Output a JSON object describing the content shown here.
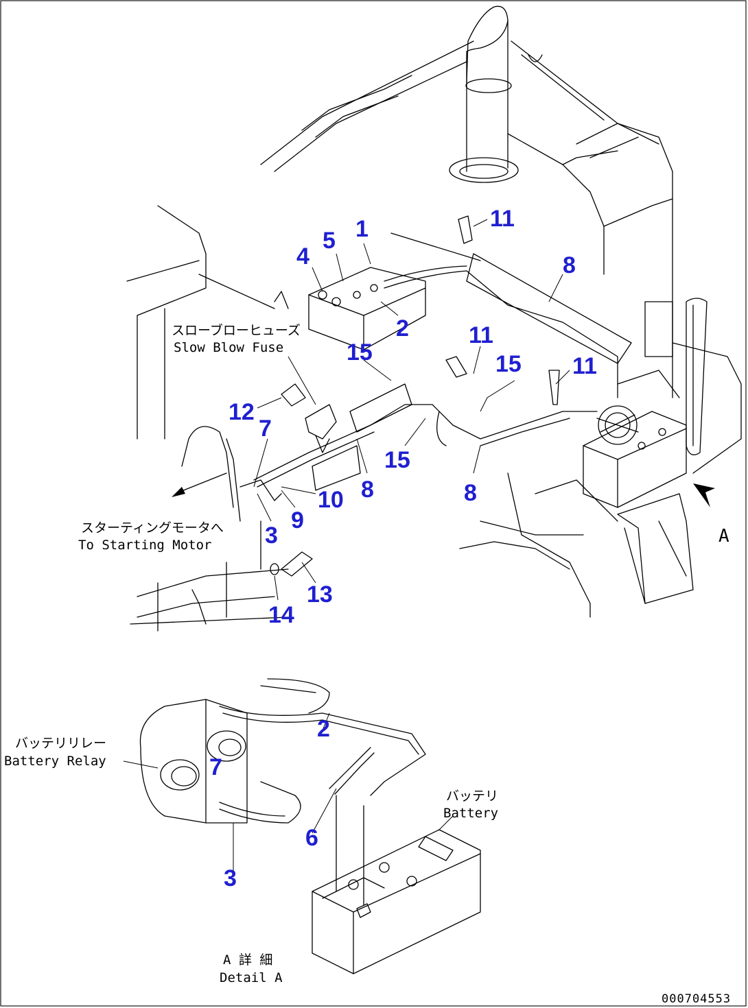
{
  "callouts": {
    "c1": "1",
    "c5": "5",
    "c4": "4",
    "c2a": "2",
    "c11a": "11",
    "c8a": "8",
    "c15a": "15",
    "c11b": "11",
    "c15b": "15",
    "c11c": "11",
    "c12": "12",
    "c7a": "7",
    "c15c": "15",
    "c10": "10",
    "c8b": "8",
    "c8c": "8",
    "c9": "9",
    "c3a": "3",
    "c13": "13",
    "c14": "14",
    "c2b": "2",
    "c7b": "7",
    "c6": "6",
    "c3b": "3"
  },
  "labels": {
    "slow_blow_fuse_jp": "スローブローヒューズ",
    "slow_blow_fuse_en": "Slow Blow Fuse",
    "starting_motor_jp": "スターティングモータへ",
    "starting_motor_en": "To Starting Motor",
    "battery_relay_jp": "バッテリリレー",
    "battery_relay_en": "Battery Relay",
    "battery_jp": "バッテリ",
    "battery_en": "Battery",
    "detail_jp": "A 詳 細",
    "detail_en": "Detail A",
    "view_letter": "A",
    "drawing_ref": "000704553"
  }
}
